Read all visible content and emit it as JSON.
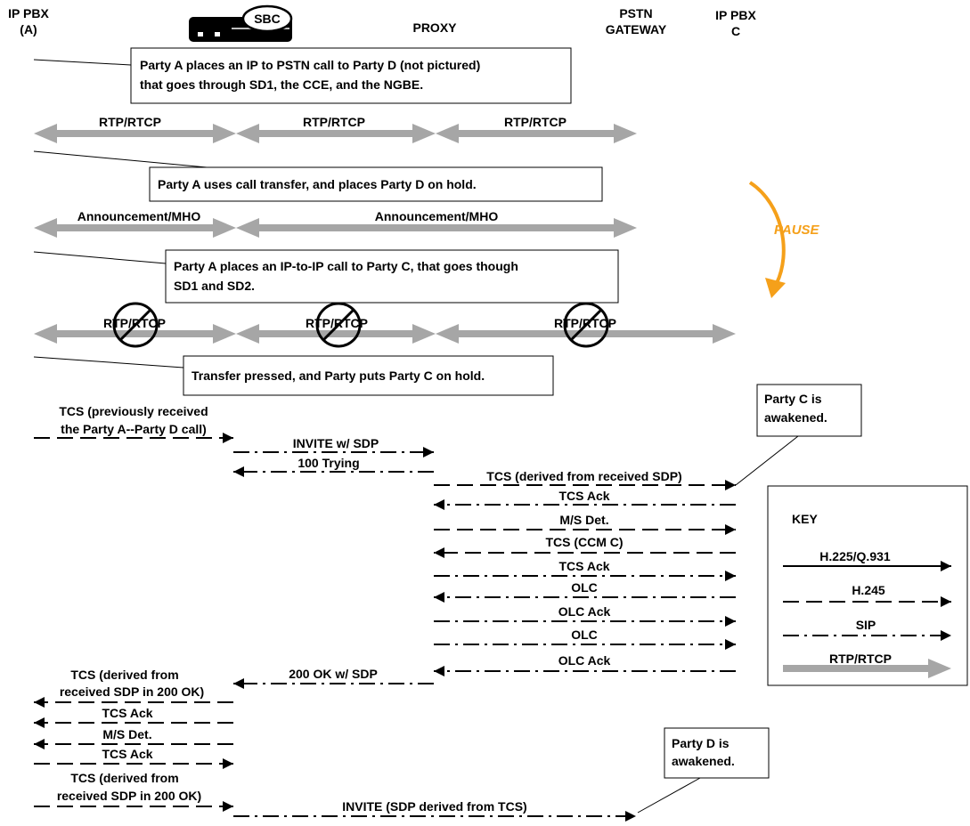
{
  "headers": {
    "pbx_a": [
      "IP PBX",
      "(A)"
    ],
    "sbc": "SBC",
    "proxy": "PROXY",
    "gateway": [
      "PSTN",
      "GATEWAY"
    ],
    "pbx_c": [
      "IP PBX",
      "C"
    ]
  },
  "notes": {
    "n1": [
      "Party A places an IP to PSTN call to Party D (not pictured)",
      "that goes through SD1, the CCE, and the NGBE."
    ],
    "n2": [
      "Party A uses call transfer, and places Party D on hold."
    ],
    "n3": [
      "Party A places an IP-to-IP call to Party C, that goes though",
      "SD1 and SD2."
    ],
    "n4": [
      "Transfer pressed, and Party puts Party C on hold."
    ],
    "party_c": [
      "Party C is",
      "awakened."
    ],
    "party_d": [
      "Party D is",
      "awakened."
    ]
  },
  "pause": {
    "label": "PAUSE",
    "color": "#f5a01a"
  },
  "media": {
    "row1": [
      "RTP/RTCP",
      "RTP/RTCP",
      "RTP/RTCP"
    ],
    "row2": [
      "Announcement/MHO",
      "Announcement/MHO"
    ],
    "row3": [
      "RTP/RTCP",
      "RTP/RTCP",
      "RTP/RTCP"
    ]
  },
  "messages": {
    "tcs_prev": [
      "TCS (previously received",
      "the Party A--Party D call)"
    ],
    "invite_sdp": "INVITE w/ SDP",
    "trying": "100 Trying",
    "tcs_derived": "TCS (derived from received SDP)",
    "tcs_ack_1": "TCS Ack",
    "ms_det_1": "M/S Det.",
    "tcs_ccm": "TCS (CCM C)",
    "tcs_ack_2": "TCS Ack",
    "olc_1": "OLC",
    "olc_ack_1": "OLC Ack",
    "olc_2": "OLC",
    "olc_ack_2": "OLC Ack",
    "ok_200": "200 OK w/ SDP",
    "tcs_200_a": [
      "TCS (derived from",
      "received SDP in 200 OK)"
    ],
    "tcs_ack_3": "TCS Ack",
    "ms_det_2": "M/S Det.",
    "tcs_ack_4": "TCS Ack",
    "tcs_200_b": [
      "TCS (derived from",
      "received SDP in 200 OK)"
    ],
    "invite_tcs": "INVITE (SDP derived from TCS)"
  },
  "key": {
    "title": "KEY",
    "items": [
      "H.225/Q.931",
      "H.245",
      "SIP",
      "RTP/RTCP"
    ]
  },
  "colors": {
    "media_arrow": "#a6a6a6",
    "line": "#000000"
  }
}
